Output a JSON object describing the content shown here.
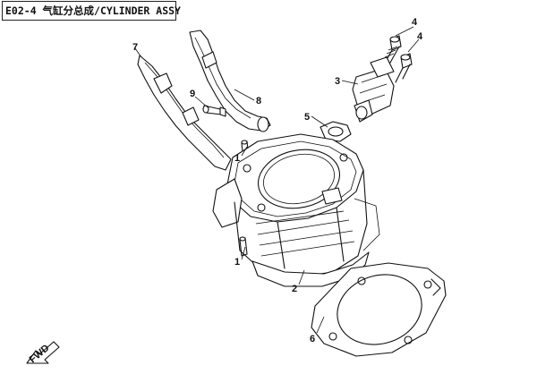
{
  "title": "E02-4 气缸分总成/CYLINDER ASSY",
  "callouts": [
    "1",
    "1",
    "2",
    "3",
    "4",
    "4",
    "5",
    "6",
    "7",
    "8",
    "9"
  ],
  "direction_label": "FWD"
}
